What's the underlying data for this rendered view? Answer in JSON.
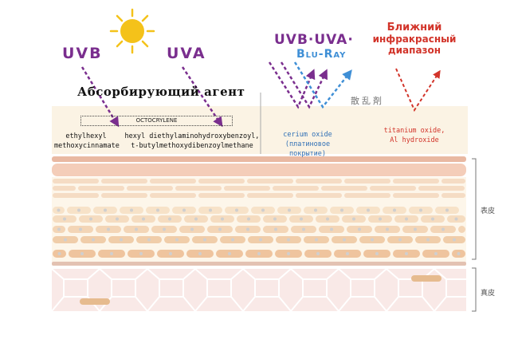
{
  "top": {
    "uvb_label": "UVB",
    "uva_label": "UVA",
    "absorber_title": "Абсорбирующий агент",
    "octocrylene": "OCTOCRYLENE",
    "ingredient_left_1": "ethylhexyl",
    "ingredient_left_2": "methoxycinnamate",
    "ingredient_mid_1": "hexyl diethylaminohydroxybenzoyl,",
    "ingredient_mid_2": "t-butylmethoxydibenzoylmethane"
  },
  "scatter": {
    "rays_label_1": "UVB·UVA·",
    "rays_label_2": "Blu-Ray",
    "title": "散乱剤",
    "cerium_1": "cerium oxide",
    "cerium_2": "(платиновое покрытие)",
    "nir_1": "Ближний",
    "nir_2": "инфракрасный",
    "nir_3": "диапазон",
    "tio2_1": "titanium oxide,",
    "tio2_2": "Al hydroxide"
  },
  "skin": {
    "epidermis": "表皮",
    "dermis": "真皮"
  },
  "colors": {
    "purple": "#7a2e8e",
    "blue": "#3f8fd6",
    "red": "#d2342a",
    "sun": "#f4c21a",
    "cream": "#fbf3e4",
    "peach": "#f4d4b8",
    "dermis_bg": "#f9e9e7"
  }
}
